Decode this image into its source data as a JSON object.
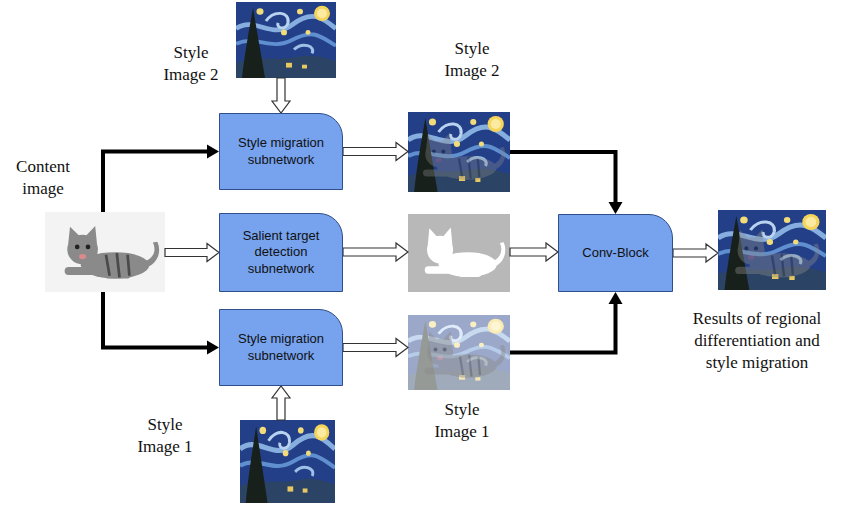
{
  "diagram": {
    "nodes": [
      {
        "text": [
          "Style Image 2"
        ]
      },
      {
        "text": [
          "Style Image 2"
        ]
      },
      {
        "text": [
          "Content image"
        ]
      },
      {
        "text": [
          "Style migration subnetwork"
        ]
      },
      {
        "text": [
          "Salient target detection subnetwork"
        ]
      },
      {
        "text": [
          "Conv-Block"
        ]
      },
      {
        "text": [
          "Results of regional differentiation and style migration"
        ]
      },
      {
        "text": [
          "Style migration subnetwork"
        ]
      },
      {
        "text": [
          "Style Image 1"
        ]
      },
      {
        "text": [
          "Style Image 1"
        ]
      }
    ],
    "edges": [
      {
        "from": 2,
        "to": 3,
        "arrow": "to"
      },
      {
        "from": 2,
        "to": 4,
        "arrow": "to"
      },
      {
        "from": 2,
        "to": 7,
        "arrow": "to"
      },
      {
        "from": 0,
        "to": 3,
        "arrow": "to"
      },
      {
        "from": 3,
        "to": 1,
        "arrow": "to"
      },
      {
        "from": 1,
        "to": 5,
        "arrow": "to"
      },
      {
        "from": 5,
        "to": 6,
        "arrow": "to"
      },
      {
        "from": 7,
        "to": 8,
        "arrow": "to"
      },
      {
        "from": 8,
        "to": 5,
        "arrow": "to"
      },
      {
        "from": 9,
        "to": 7,
        "arrow": "to"
      }
    ]
  }
}
